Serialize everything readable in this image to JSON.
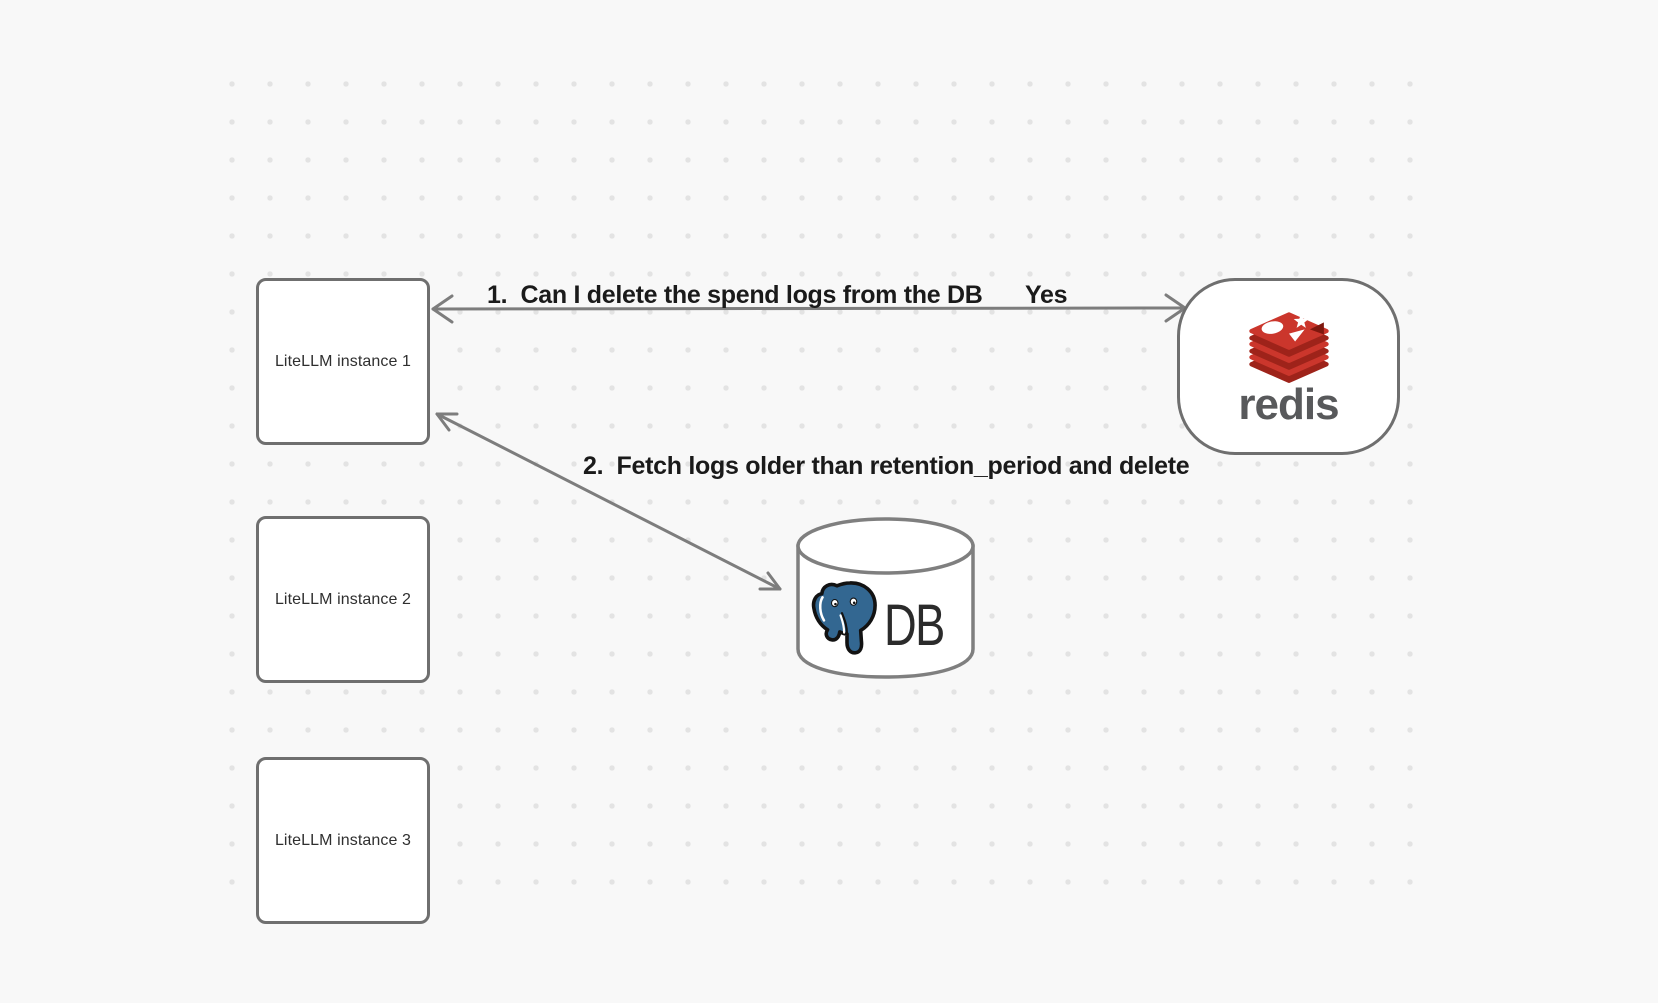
{
  "canvas": {
    "background": "#f8f8f8",
    "dot_color": "#e3e3e3"
  },
  "nodes": {
    "instances": [
      {
        "label": "LiteLLM instance 1"
      },
      {
        "label": "LiteLLM instance 2"
      },
      {
        "label": "LiteLLM instance 3"
      }
    ],
    "redis": {
      "wordmark": "redis"
    },
    "db": {
      "label": "DB"
    }
  },
  "edges": {
    "redis_query": {
      "label": "1.  Can I delete the spend logs from the DB",
      "response": "Yes",
      "from": "LiteLLM instance 1",
      "to": "redis",
      "arrows": "double"
    },
    "db_fetch": {
      "label": "2.  Fetch logs older than retention_period and delete",
      "from": "LiteLLM instance 1",
      "to": "DB",
      "arrows": "double"
    }
  },
  "colors": {
    "box_border": "#6f6f6f",
    "arrow": "#7d7d7d",
    "label_text": "#1a1a1a",
    "node_text": "#2f2f2f",
    "redis_red": "#cb362c",
    "redis_red_dark": "#9e231a",
    "redis_gray": "#58595b",
    "postgres_blue": "#336791",
    "cylinder_stroke": "#7f7f7f"
  }
}
